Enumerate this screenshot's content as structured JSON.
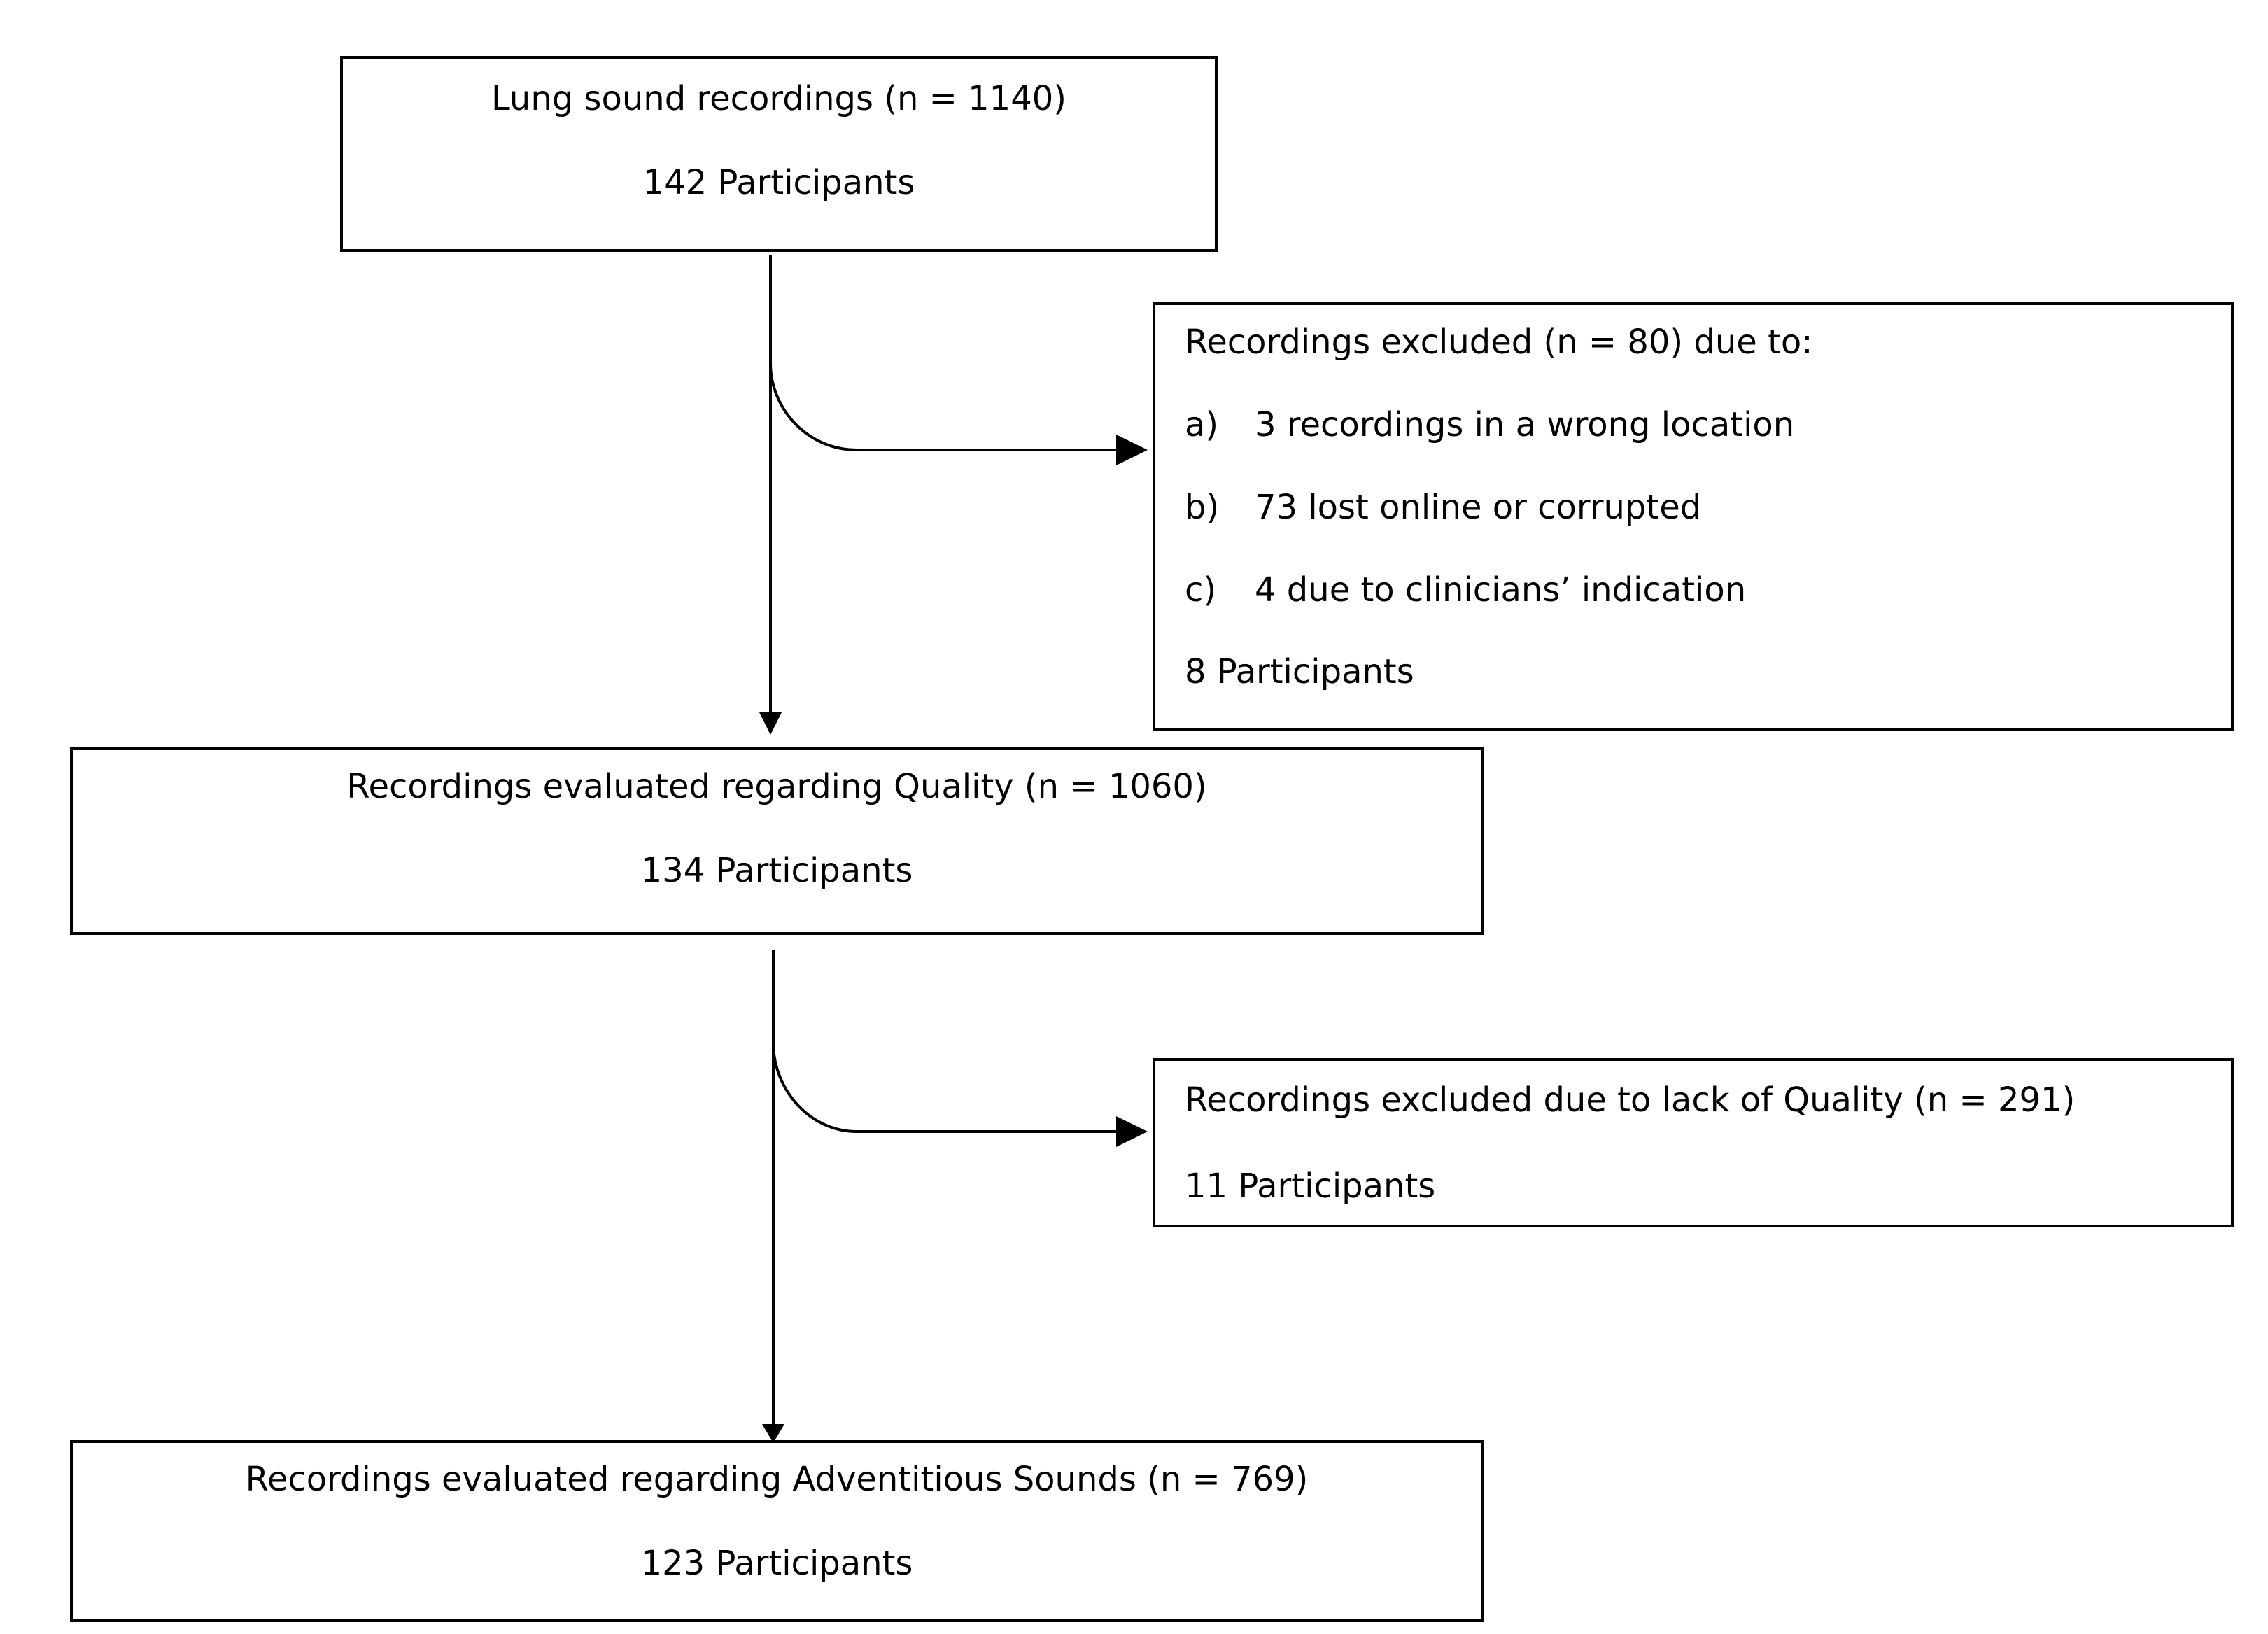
{
  "nodes": {
    "start": {
      "line1": "Lung sound recordings (n = 1140)",
      "line2": "142 Participants"
    },
    "excluded1": {
      "heading": "Recordings excluded (n = 80) due to:",
      "reasons": [
        {
          "marker": "a)",
          "text": "3 recordings in a wrong location"
        },
        {
          "marker": "b)",
          "text": "73 lost online or corrupted"
        },
        {
          "marker": "c)",
          "text": "4 due to clinicians’ indication"
        }
      ],
      "participants": "8 Participants"
    },
    "quality": {
      "line1": "Recordings evaluated regarding Quality (n = 1060)",
      "line2": "134 Participants"
    },
    "excluded2": {
      "line1": "Recordings excluded due to lack of Quality (n = 291)",
      "line2": "11 Participants"
    },
    "adventitious": {
      "line1": "Recordings evaluated regarding Adventitious Sounds (n = 769)",
      "line2": "123 Participants"
    }
  },
  "edges": [
    {
      "from": "start",
      "to": "quality"
    },
    {
      "from": "start",
      "to": "excluded1"
    },
    {
      "from": "quality",
      "to": "adventitious"
    },
    {
      "from": "quality",
      "to": "excluded2"
    }
  ],
  "colors": {
    "stroke": "#000000",
    "background": "#ffffff"
  }
}
